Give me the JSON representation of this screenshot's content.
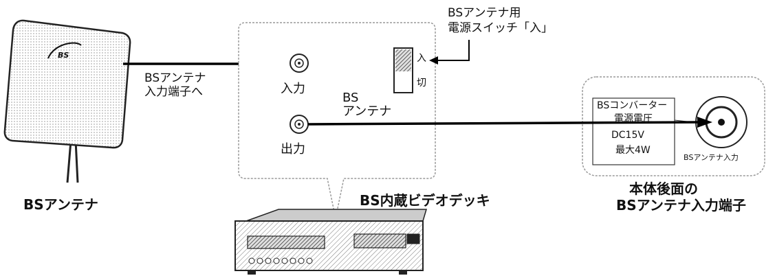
{
  "antenna": {
    "logo_text": "BS",
    "caption": "BSアンテナ"
  },
  "cable_to_input": {
    "line1": "BSアンテナ",
    "line2": "入力端子へ"
  },
  "deck_panel": {
    "input_label": "入力",
    "output_label": "出力",
    "bs_antenna_line1": "BS",
    "bs_antenna_line2": "アンテナ",
    "switch_on": "入",
    "switch_off": "切",
    "switch_caption_line1": "BSアンテナ用",
    "switch_caption_line2": "電源スイッチ「入」"
  },
  "deck": {
    "caption": "BS内蔵ビデオデッキ"
  },
  "tv_panel": {
    "converter_line1": "BSコンバーター",
    "converter_line2": "電源電圧",
    "converter_line3": "DC15V",
    "converter_line4": "最大4W",
    "jack_label": "BSアンテナ入力",
    "caption_line1": "本体後面の",
    "caption_line2": "BSアンテナ入力端子"
  }
}
